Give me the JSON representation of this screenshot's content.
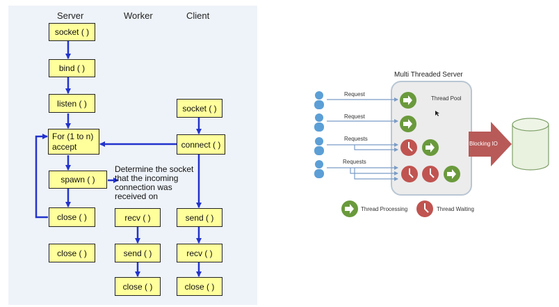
{
  "left": {
    "headers": {
      "server": "Server",
      "worker": "Worker",
      "client": "Client"
    },
    "server": {
      "socket": "socket ( )",
      "bind": "bind ( )",
      "listen": "listen ( )",
      "for_line1": "For (1 to n)",
      "for_line2": "accept",
      "spawn": "spawn ( )",
      "close_loop": "close ( )",
      "close_final": "close ( )"
    },
    "worker": {
      "recv": "recv ( )",
      "send": "send ( )",
      "close": "close ( )"
    },
    "client": {
      "socket": "socket ( )",
      "connect": "connect ( )",
      "send": "send ( )",
      "recv": "recv ( )",
      "close": "close ( )"
    },
    "note": "Determine the socket that the incoming connection was received on",
    "colors": {
      "box_fill": "#ffff9c",
      "arrow": "#2233cc",
      "panel_bg": "#eef3f9"
    }
  },
  "right": {
    "title": "Multi Threaded Server",
    "thread_pool": "Thread Pool",
    "requests": [
      "Request",
      "Request",
      "Requests",
      "Requests"
    ],
    "blocking_io": "Blocking IO",
    "legend": {
      "processing": "Thread Processing",
      "waiting": "Thread Waiting"
    },
    "colors": {
      "processing": "#6a9a3c",
      "waiting": "#c05450",
      "arrow_block": "#b85a58",
      "db": "#e9f1df",
      "user": "#5c9fd6"
    }
  }
}
